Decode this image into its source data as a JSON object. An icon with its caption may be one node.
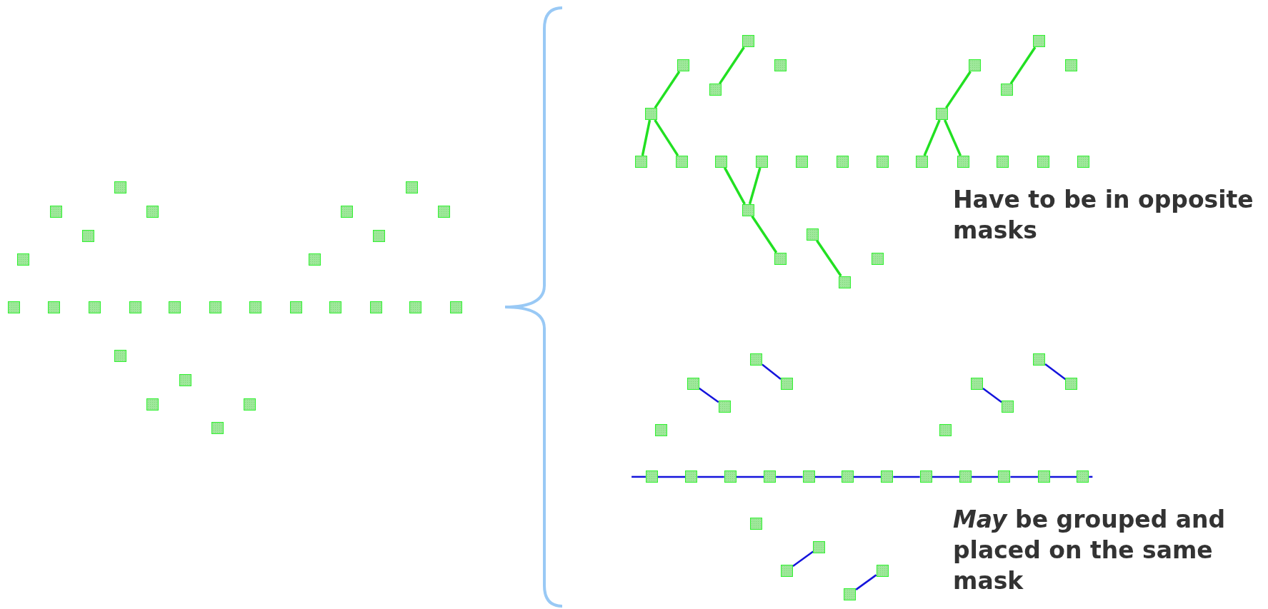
{
  "diagram": {
    "nodes": [
      {
        "text": [],
        "shape": "box"
      },
      {
        "text": [],
        "shape": "box"
      },
      {
        "text": [],
        "shape": "box"
      },
      {
        "text": [],
        "shape": "box"
      },
      {
        "text": [],
        "shape": "box"
      },
      {
        "text": [],
        "shape": "box"
      },
      {
        "text": [],
        "shape": "box"
      },
      {
        "text": [],
        "shape": "box"
      },
      {
        "text": [],
        "shape": "box"
      },
      {
        "text": [],
        "shape": "box"
      },
      {
        "text": [],
        "shape": "box"
      },
      {
        "text": [],
        "shape": "box"
      },
      {
        "text": [],
        "shape": "box"
      },
      {
        "text": [],
        "shape": "box"
      },
      {
        "text": [],
        "shape": "box"
      },
      {
        "text": [],
        "shape": "box"
      },
      {
        "text": [],
        "shape": "box"
      },
      {
        "text": [],
        "shape": "box"
      },
      {
        "text": [],
        "shape": "box"
      },
      {
        "text": [],
        "shape": "box"
      },
      {
        "text": [],
        "shape": "box"
      },
      {
        "text": [],
        "shape": "box"
      },
      {
        "text": [],
        "shape": "box"
      },
      {
        "text": [],
        "shape": "box"
      },
      {
        "text": [],
        "shape": "box"
      },
      {
        "text": [],
        "shape": "box"
      },
      {
        "text": [],
        "shape": "box"
      },
      {
        "text": [],
        "shape": "box"
      },
      {
        "text": [],
        "shape": "box"
      },
      {
        "text": [],
        "shape": "box"
      },
      {
        "text": [],
        "shape": "box"
      },
      {
        "text": [],
        "shape": "box"
      },
      {
        "text": [],
        "shape": "box"
      },
      {
        "text": [],
        "shape": "box"
      },
      {
        "text": [],
        "shape": "box"
      },
      {
        "text": [],
        "shape": "box"
      },
      {
        "text": [],
        "shape": "box"
      },
      {
        "text": [],
        "shape": "box"
      },
      {
        "text": [],
        "shape": "box"
      },
      {
        "text": [],
        "shape": "box"
      },
      {
        "text": [],
        "shape": "box"
      },
      {
        "text": [],
        "shape": "box"
      },
      {
        "text": [],
        "shape": "box"
      },
      {
        "text": [],
        "shape": "box"
      },
      {
        "text": [],
        "shape": "box"
      },
      {
        "text": [],
        "shape": "box"
      },
      {
        "text": [],
        "shape": "box"
      },
      {
        "text": [],
        "shape": "box"
      },
      {
        "text": [],
        "shape": "box"
      },
      {
        "text": [],
        "shape": "box"
      },
      {
        "text": [],
        "shape": "box"
      },
      {
        "text": [],
        "shape": "box"
      },
      {
        "text": [],
        "shape": "box"
      },
      {
        "text": [],
        "shape": "box"
      },
      {
        "text": [],
        "shape": "box"
      },
      {
        "text": [],
        "shape": "box"
      },
      {
        "text": [],
        "shape": "box"
      },
      {
        "text": [],
        "shape": "box"
      },
      {
        "text": [],
        "shape": "box"
      },
      {
        "text": [],
        "shape": "box"
      },
      {
        "text": [],
        "shape": "box"
      },
      {
        "text": [],
        "shape": "box"
      },
      {
        "text": [],
        "shape": "box"
      },
      {
        "text": [],
        "shape": "box"
      },
      {
        "text": [],
        "shape": "box"
      },
      {
        "text": [],
        "shape": "box"
      },
      {
        "text": [],
        "shape": "box"
      },
      {
        "text": [],
        "shape": "box"
      },
      {
        "text": [],
        "shape": "box"
      },
      {
        "text": [],
        "shape": "box"
      },
      {
        "text": [],
        "shape": "box"
      },
      {
        "text": [],
        "shape": "box"
      },
      {
        "text": [],
        "shape": "box"
      },
      {
        "text": [],
        "shape": "box"
      },
      {
        "text": [],
        "shape": "box"
      },
      {
        "text": [],
        "shape": "box"
      },
      {
        "text": [],
        "shape": "box"
      },
      {
        "text": [],
        "shape": "box"
      },
      {
        "text": [],
        "shape": "box"
      },
      {
        "text": [],
        "shape": "box"
      },
      {
        "text": [],
        "shape": "box"
      }
    ],
    "edges": [
      {
        "from": 35,
        "to": 29,
        "arrow": "none",
        "color": "#22e022"
      },
      {
        "from": 35,
        "to": 37,
        "arrow": "none",
        "color": "#22e022"
      },
      {
        "from": 35,
        "to": 38,
        "arrow": "none",
        "color": "#22e022"
      },
      {
        "from": 33,
        "to": 27,
        "arrow": "none",
        "color": "#22e022"
      },
      {
        "from": 36,
        "to": 31,
        "arrow": "none",
        "color": "#22e022"
      },
      {
        "from": 36,
        "to": 44,
        "arrow": "none",
        "color": "#22e022"
      },
      {
        "from": 36,
        "to": 45,
        "arrow": "none",
        "color": "#22e022"
      },
      {
        "from": 34,
        "to": 28,
        "arrow": "none",
        "color": "#22e022"
      },
      {
        "from": 39,
        "to": 49,
        "arrow": "none",
        "color": "#22e022"
      },
      {
        "from": 40,
        "to": 49,
        "arrow": "none",
        "color": "#22e022"
      },
      {
        "from": 49,
        "to": 51,
        "arrow": "none",
        "color": "#22e022"
      },
      {
        "from": 50,
        "to": 53,
        "arrow": "none",
        "color": "#22e022"
      },
      {
        "from": 54,
        "to": 57,
        "arrow": "none"
      },
      {
        "from": 56,
        "to": 60,
        "arrow": "none"
      },
      {
        "from": 55,
        "to": 59,
        "arrow": "none"
      },
      {
        "from": 58,
        "to": 61,
        "arrow": "none"
      },
      {
        "from": 77,
        "to": 78,
        "arrow": "none"
      },
      {
        "from": 79,
        "to": 80,
        "arrow": "none"
      },
      {
        "from": null,
        "to": 64,
        "arrow": "none"
      },
      {
        "from": 64,
        "to": 65,
        "arrow": "none"
      },
      {
        "from": 65,
        "to": 66,
        "arrow": "none"
      },
      {
        "from": 66,
        "to": 67,
        "arrow": "none"
      },
      {
        "from": 67,
        "to": 68,
        "arrow": "none"
      },
      {
        "from": 68,
        "to": 69,
        "arrow": "none"
      },
      {
        "from": 69,
        "to": 70,
        "arrow": "none"
      },
      {
        "from": 70,
        "to": 71,
        "arrow": "none"
      },
      {
        "from": 71,
        "to": 72,
        "arrow": "none"
      },
      {
        "from": 72,
        "to": 73,
        "arrow": "none"
      },
      {
        "from": 73,
        "to": 74,
        "arrow": "none"
      },
      {
        "from": 74,
        "to": 75,
        "arrow": "none"
      },
      {
        "from": 75,
        "to": null,
        "arrow": "none"
      }
    ],
    "labels": [
      "Have to be in opposite masks",
      "*May* be grouped and placed on the same mask"
    ]
  }
}
